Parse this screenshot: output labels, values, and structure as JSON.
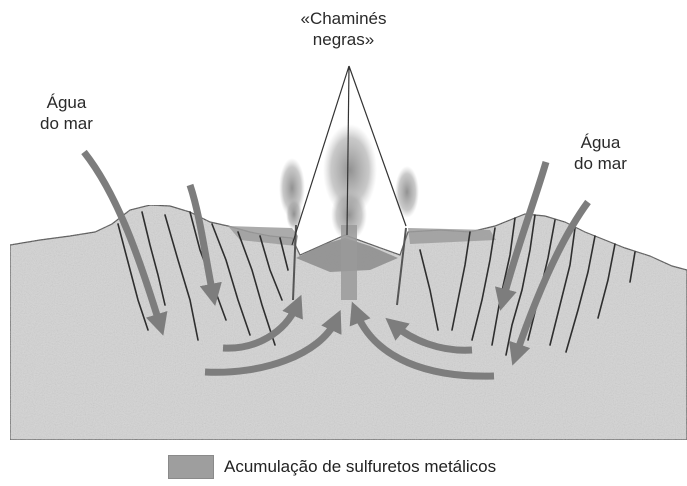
{
  "labels": {
    "chimneys_line1": "«Chaminés",
    "chimneys_line2": "negras»",
    "seawater_left_line1": "Água",
    "seawater_left_line2": "do mar",
    "seawater_right_line1": "Água",
    "seawater_right_line2": "do mar"
  },
  "legend": {
    "text": "Acumulação de sulfuretos metálicos",
    "swatch_color": "#9e9e9e"
  },
  "colors": {
    "rock": "#d6d6d6",
    "sulfide_deposit": "#8f8f8f",
    "arrows": "#7d7d7d",
    "smoke": "#9a9a9a"
  }
}
